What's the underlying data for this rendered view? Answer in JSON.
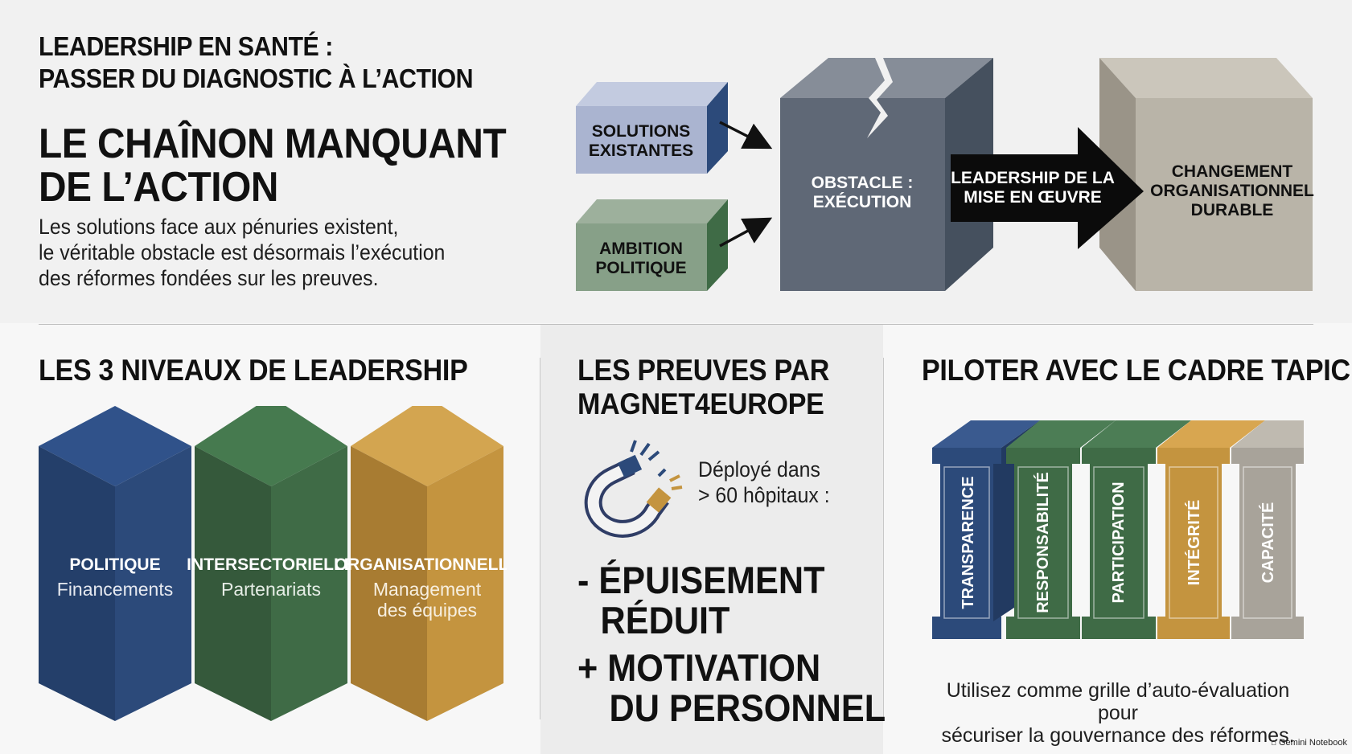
{
  "header": {
    "line1": "LEADERSHIP EN SANTÉ :",
    "line2": "PASSER DU DIAGNOSTIC À L’ACTION"
  },
  "main": {
    "title_line1": "LE CHAÎNON MANQUANT",
    "title_line2": "DE L’ACTION",
    "desc_line1": "Les solutions face aux pénuries existent,",
    "desc_line2": "le véritable obstacle est désormais l’exécution",
    "desc_line3": "des réformes fondées sur les preuves."
  },
  "flow": {
    "solutions_line1": "SOLUTIONS",
    "solutions_line2": "EXISTANTES",
    "ambition_line1": "AMBITION",
    "ambition_line2": "POLITIQUE",
    "obstacle_line1": "OBSTACLE :",
    "obstacle_line2": "EXÉCUTION",
    "arrow_line1": "LEADERSHIP DE LA",
    "arrow_line2": "MISE EN ŒUVRE",
    "result_line1": "CHANGEMENT",
    "result_line2": "ORGANISATIONNEL",
    "result_line3": "DURABLE"
  },
  "levels": {
    "title": "LES 3 NIVEAUX DE LEADERSHIP",
    "items": [
      {
        "name": "POLITIQUE",
        "desc1": "Financements",
        "desc2": "",
        "color": "#2c4a7a"
      },
      {
        "name": "INTERSECTORIELLE",
        "desc1": "Partenariats",
        "desc2": "",
        "color": "#3f6b46"
      },
      {
        "name": "ORGANISATIONNELLE",
        "desc1": "Management",
        "desc2": "des équipes",
        "color": "#c4943f"
      }
    ]
  },
  "evidence": {
    "title_line1": "LES PREUVES PAR",
    "title_line2": "MAGNET4EUROPE",
    "deployed_line1": "Déployé dans",
    "deployed_line2": "> 60 hôpitaux :",
    "stat1_line1": "- ÉPUISEMENT",
    "stat1_line2": "RÉDUIT",
    "stat2_line1": "+ MOTIVATION",
    "stat2_line2": "DU PERSONNEL",
    "icon": "magnet-icon"
  },
  "tapic": {
    "title": "PILOTER AVEC LE CADRE TAPIC",
    "pillars": [
      {
        "label": "TRANSPARENCE",
        "color": "#2c4a7a"
      },
      {
        "label": "RESPONSABILITÉ",
        "color": "#3f6b46"
      },
      {
        "label": "PARTICIPATION",
        "color": "#3f6b46"
      },
      {
        "label": "INTÉGRITÉ",
        "color": "#c4943f"
      },
      {
        "label": "CAPACITÉ",
        "color": "#a8a39a"
      }
    ],
    "note_line1": "Utilisez comme grille d’auto-évaluation pour",
    "note_line2": "sécuriser la gouvernance des réformes."
  },
  "brand": "Gemini Notebook"
}
